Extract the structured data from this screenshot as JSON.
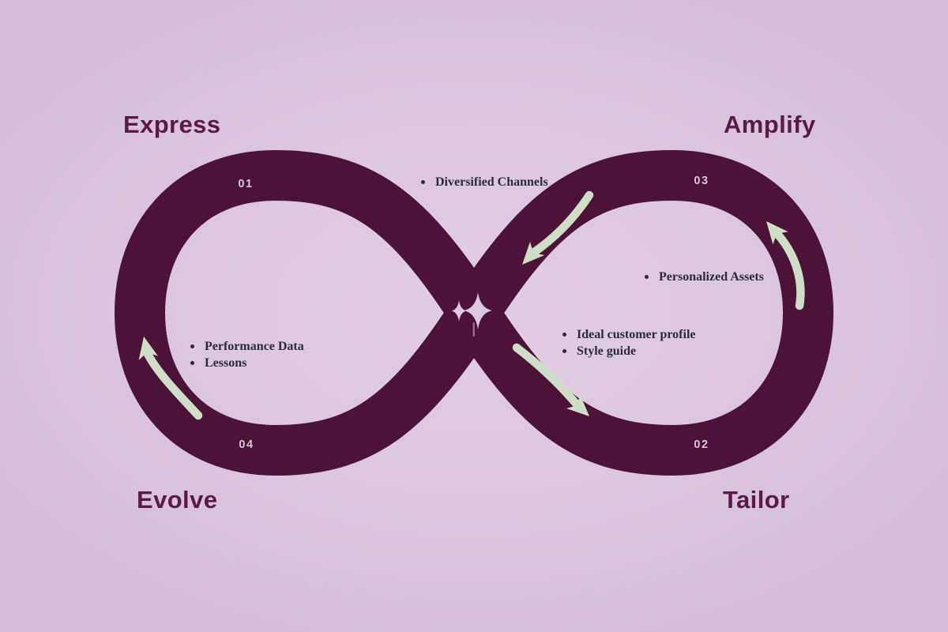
{
  "diagram": {
    "kind": "infinity-loop",
    "colors": {
      "background": "#dbc6de",
      "loop_band": "#4c1237",
      "stage_title": "#5b1a45",
      "stage_number": "#d8c6d9",
      "note_text": "#2b2a3a",
      "arrow": "#cfdfc7",
      "sparkle": "#dcc8df"
    },
    "stages": [
      {
        "id": "express",
        "label": "Express",
        "number": "01"
      },
      {
        "id": "tailor",
        "label": "Tailor",
        "number": "02"
      },
      {
        "id": "amplify",
        "label": "Amplify",
        "number": "03"
      },
      {
        "id": "evolve",
        "label": "Evolve",
        "number": "04"
      }
    ],
    "annotations": {
      "center_top": {
        "items": [
          "Diversified Channels"
        ]
      },
      "right": {
        "items": [
          "Personalized Assets"
        ]
      },
      "center_right": {
        "items": [
          "Ideal customer profile",
          "Style guide"
        ]
      },
      "left": {
        "items": [
          "Performance Data",
          "Lessons"
        ]
      }
    }
  }
}
